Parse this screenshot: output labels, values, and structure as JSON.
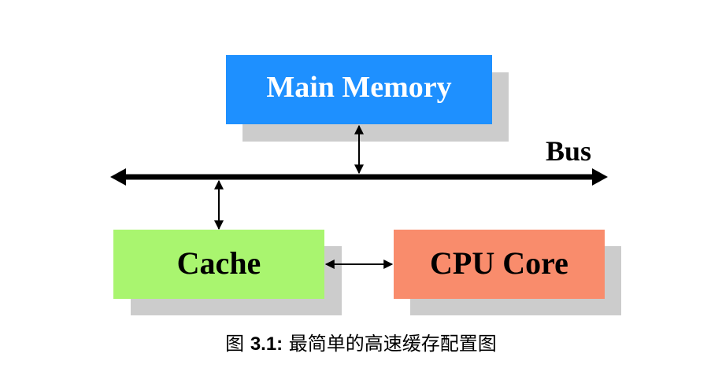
{
  "diagram": {
    "main_memory": {
      "label": "Main Memory",
      "color": "#1e90ff",
      "text_color": "#ffffff"
    },
    "cache": {
      "label": "Cache",
      "color": "#a9f56f",
      "text_color": "#000000"
    },
    "cpu_core": {
      "label": "CPU Core",
      "color": "#f98c6c",
      "text_color": "#000000"
    },
    "bus": {
      "label": "Bus",
      "color": "#000000"
    },
    "shadow_color": "#cccccc"
  },
  "caption": {
    "prefix": "图 ",
    "figure_number": "3.1:",
    "text": " 最简单的高速缓存配置图"
  }
}
